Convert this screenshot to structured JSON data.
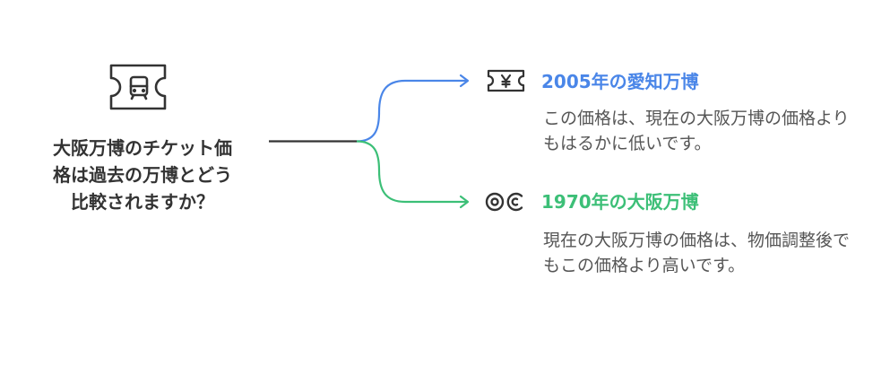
{
  "question": {
    "icon": "ticket-icon",
    "lines": [
      "大阪万博のチケット価",
      "格は過去の万博とどう",
      "比較されますか？"
    ]
  },
  "branches": [
    {
      "icon": "yen-ticket-icon",
      "color": "#4a86e8",
      "title": "2005年の愛知万博",
      "description": "この価格は、現在の大阪万博の価格よりもはるかに低いです。"
    },
    {
      "icon": "circle-c-icon",
      "color": "#3cbf77",
      "title": "1970年の大阪万博",
      "description": "現在の大阪万博の価格は、物価調整後でもこの価格より高いです。"
    }
  ]
}
